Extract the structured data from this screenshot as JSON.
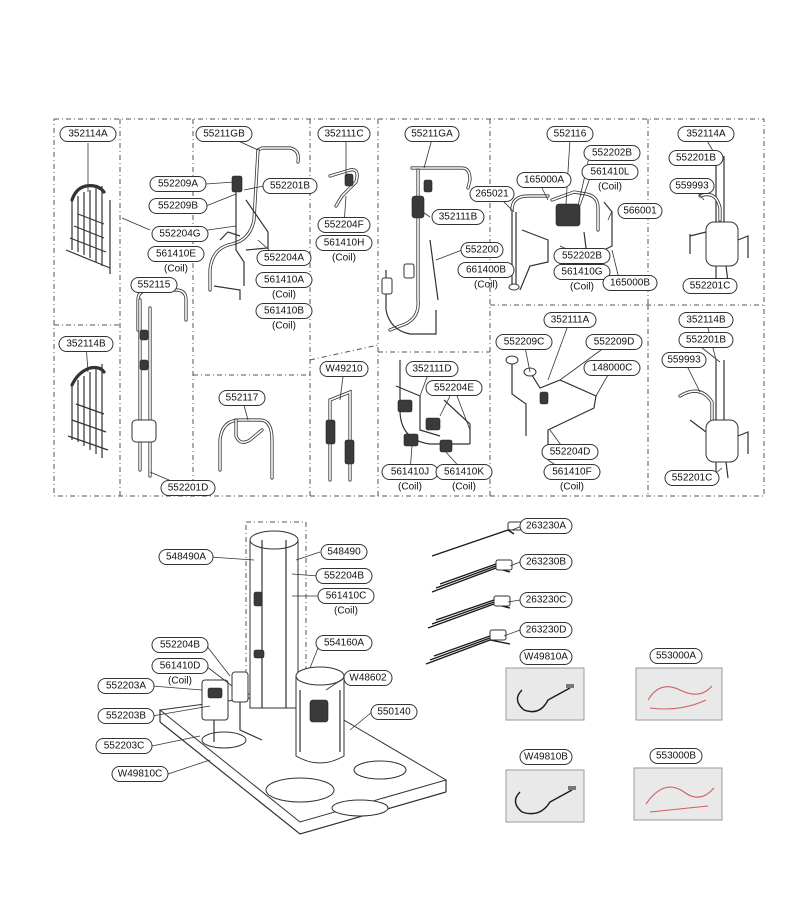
{
  "labels": [
    {
      "id": "352114A-top-left",
      "text": "352114A",
      "coil": ""
    },
    {
      "id": "55211GB",
      "text": "55211GB",
      "coil": ""
    },
    {
      "id": "352111C",
      "text": "352111C",
      "coil": ""
    },
    {
      "id": "55211GA",
      "text": "55211GA",
      "coil": ""
    },
    {
      "id": "552116",
      "text": "552116",
      "coil": ""
    },
    {
      "id": "352114A-top-right",
      "text": "352114A",
      "coil": ""
    },
    {
      "id": "552209A",
      "text": "552209A",
      "coil": ""
    },
    {
      "id": "552201B-left",
      "text": "552201B",
      "coil": ""
    },
    {
      "id": "552209B",
      "text": "552209B",
      "coil": ""
    },
    {
      "id": "552204G",
      "text": "552204G",
      "coil": ""
    },
    {
      "id": "561410E",
      "text": "561410E",
      "coil": "(Coil)"
    },
    {
      "id": "552204A",
      "text": "552204A",
      "coil": ""
    },
    {
      "id": "561410A",
      "text": "561410A",
      "coil": "(Coil)"
    },
    {
      "id": "561410B",
      "text": "561410B",
      "coil": "(Coil)"
    },
    {
      "id": "552204F",
      "text": "552204F",
      "coil": ""
    },
    {
      "id": "561410H",
      "text": "561410H",
      "coil": "(Coil)"
    },
    {
      "id": "352111B",
      "text": "352111B",
      "coil": ""
    },
    {
      "id": "552200",
      "text": "552200",
      "coil": ""
    },
    {
      "id": "661400B",
      "text": "661400B",
      "coil": "(Coil)"
    },
    {
      "id": "552202B-top",
      "text": "552202B",
      "coil": ""
    },
    {
      "id": "165000A",
      "text": "165000A",
      "coil": ""
    },
    {
      "id": "561410L",
      "text": "561410L",
      "coil": "(Coil)"
    },
    {
      "id": "265021",
      "text": "265021",
      "coil": ""
    },
    {
      "id": "566001",
      "text": "566001",
      "coil": ""
    },
    {
      "id": "552202B-mid",
      "text": "552202B",
      "coil": ""
    },
    {
      "id": "561410G",
      "text": "561410G",
      "coil": "(Coil)"
    },
    {
      "id": "165000B",
      "text": "165000B",
      "coil": ""
    },
    {
      "id": "552201B-right-top",
      "text": "552201B",
      "coil": ""
    },
    {
      "id": "559993-top",
      "text": "559993",
      "coil": ""
    },
    {
      "id": "552201C-top",
      "text": "552201C",
      "coil": ""
    },
    {
      "id": "552115",
      "text": "552115",
      "coil": ""
    },
    {
      "id": "352114B",
      "text": "352114B",
      "coil": ""
    },
    {
      "id": "352111A",
      "text": "352111A",
      "coil": ""
    },
    {
      "id": "352114B-right",
      "text": "352114B",
      "coil": ""
    },
    {
      "id": "552209C",
      "text": "552209C",
      "coil": ""
    },
    {
      "id": "552209D",
      "text": "552209D",
      "coil": ""
    },
    {
      "id": "552201B-right-bottom",
      "text": "552201B",
      "coil": ""
    },
    {
      "id": "W49210",
      "text": "W49210",
      "coil": ""
    },
    {
      "id": "352111D",
      "text": "352111D",
      "coil": ""
    },
    {
      "id": "552204E",
      "text": "552204E",
      "coil": ""
    },
    {
      "id": "148000C",
      "text": "148000C",
      "coil": ""
    },
    {
      "id": "559993-bottom",
      "text": "559993",
      "coil": ""
    },
    {
      "id": "552117",
      "text": "552117",
      "coil": ""
    },
    {
      "id": "552204D",
      "text": "552204D",
      "coil": ""
    },
    {
      "id": "561410J",
      "text": "561410J",
      "coil": "(Coil)"
    },
    {
      "id": "561410K",
      "text": "561410K",
      "coil": "(Coil)"
    },
    {
      "id": "561410F",
      "text": "561410F",
      "coil": "(Coil)"
    },
    {
      "id": "552201D",
      "text": "552201D",
      "coil": ""
    },
    {
      "id": "552201C-bottom",
      "text": "552201C",
      "coil": ""
    },
    {
      "id": "263230A",
      "text": "263230A",
      "coil": ""
    },
    {
      "id": "548490A",
      "text": "548490A",
      "coil": ""
    },
    {
      "id": "548490",
      "text": "548490",
      "coil": ""
    },
    {
      "id": "263230B",
      "text": "263230B",
      "coil": ""
    },
    {
      "id": "552204B-lower",
      "text": "552204B",
      "coil": ""
    },
    {
      "id": "561410C",
      "text": "561410C",
      "coil": "(Coil)"
    },
    {
      "id": "263230C",
      "text": "263230C",
      "coil": ""
    },
    {
      "id": "263230D",
      "text": "263230D",
      "coil": ""
    },
    {
      "id": "552204B-left",
      "text": "552204B",
      "coil": ""
    },
    {
      "id": "554160A",
      "text": "554160A",
      "coil": ""
    },
    {
      "id": "W49810A",
      "text": "W49810A",
      "coil": ""
    },
    {
      "id": "553000A",
      "text": "553000A",
      "coil": ""
    },
    {
      "id": "561410D",
      "text": "561410D",
      "coil": "(Coil)"
    },
    {
      "id": "W48602",
      "text": "W48602",
      "coil": ""
    },
    {
      "id": "552203A",
      "text": "552203A",
      "coil": ""
    },
    {
      "id": "550140",
      "text": "550140",
      "coil": ""
    },
    {
      "id": "552203B",
      "text": "552203B",
      "coil": ""
    },
    {
      "id": "552203C",
      "text": "552203C",
      "coil": ""
    },
    {
      "id": "W49810C",
      "text": "W49810C",
      "coil": ""
    },
    {
      "id": "W49810B",
      "text": "W49810B",
      "coil": ""
    },
    {
      "id": "553000B",
      "text": "553000B",
      "coil": ""
    }
  ]
}
